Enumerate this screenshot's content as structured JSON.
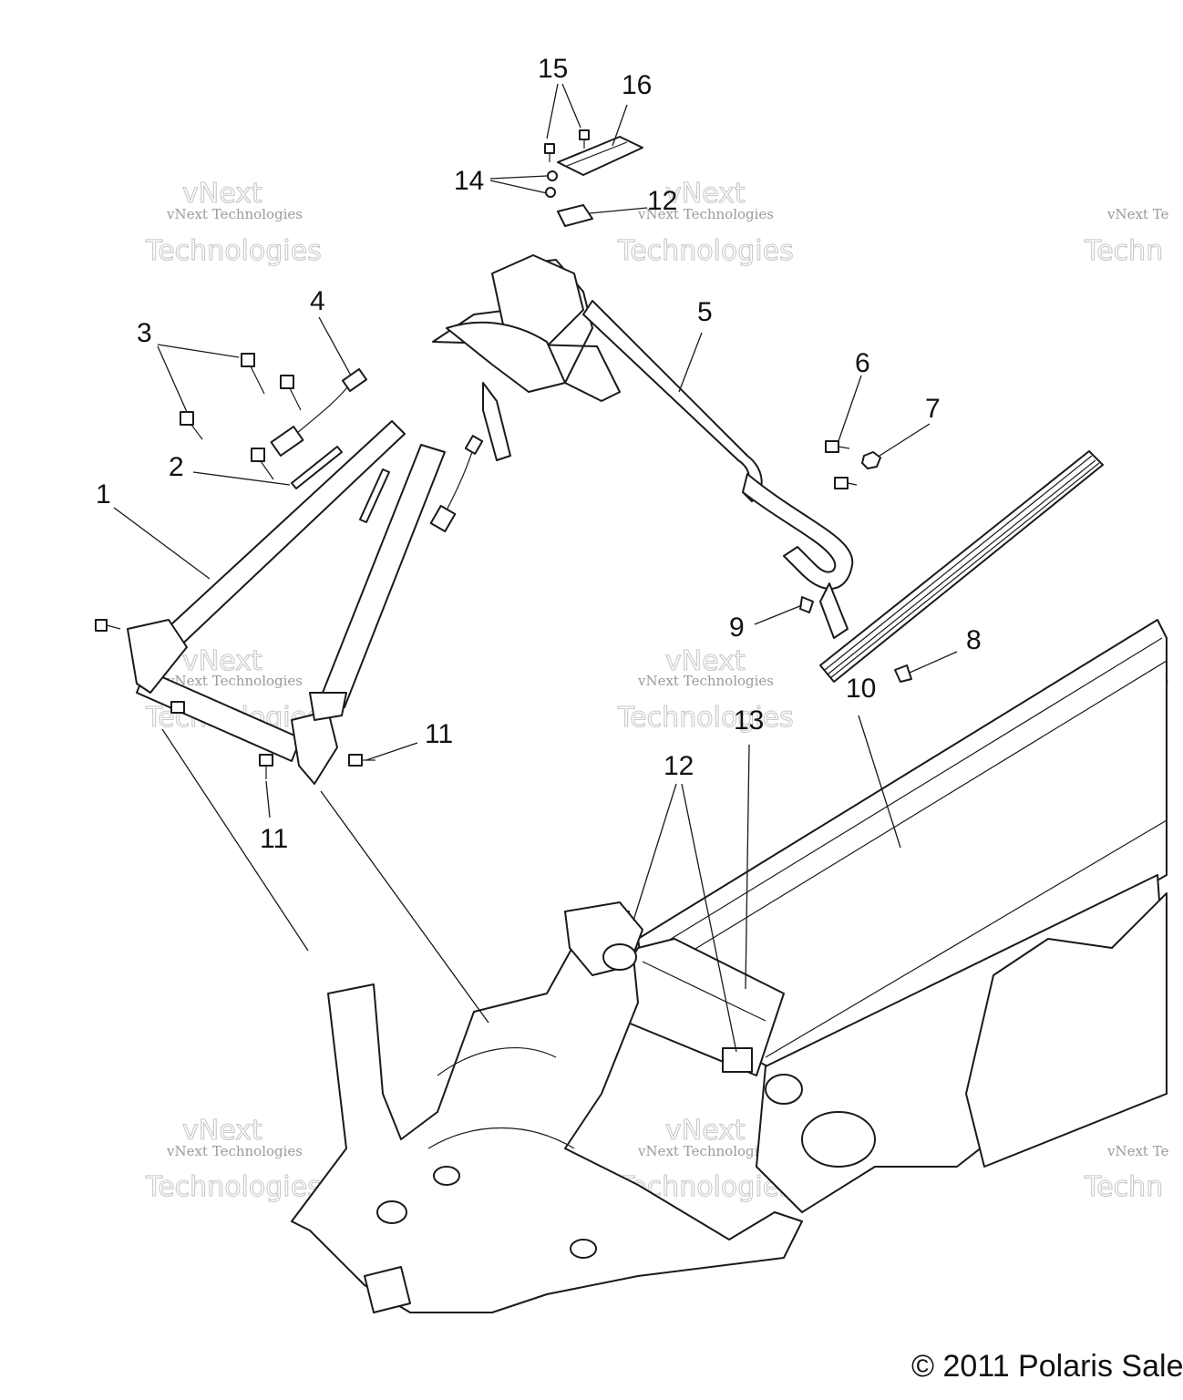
{
  "callouts": [
    {
      "id": "c1",
      "text": "1"
    },
    {
      "id": "c2",
      "text": "2"
    },
    {
      "id": "c3",
      "text": "3"
    },
    {
      "id": "c4",
      "text": "4"
    },
    {
      "id": "c5",
      "text": "5"
    },
    {
      "id": "c6",
      "text": "6"
    },
    {
      "id": "c7",
      "text": "7"
    },
    {
      "id": "c8",
      "text": "8"
    },
    {
      "id": "c9",
      "text": "9"
    },
    {
      "id": "c10",
      "text": "10"
    },
    {
      "id": "c11a",
      "text": "11"
    },
    {
      "id": "c11b",
      "text": "11"
    },
    {
      "id": "c12a",
      "text": "12"
    },
    {
      "id": "c12b",
      "text": "12"
    },
    {
      "id": "c13",
      "text": "13"
    },
    {
      "id": "c14",
      "text": "14"
    },
    {
      "id": "c15",
      "text": "15"
    },
    {
      "id": "c16",
      "text": "16"
    }
  ],
  "watermark": {
    "line1": "vNext",
    "line2": "vNext Technologies",
    "line3": "Technologies",
    "line2_clipped": "vNext Te",
    "line3_clipped": "Techn"
  },
  "copyright": "© 2011 Polaris Sale",
  "colors": {
    "ink": "#111111",
    "watermark": "#9a9a9a",
    "watermark_outline": "#c9c9c9"
  }
}
